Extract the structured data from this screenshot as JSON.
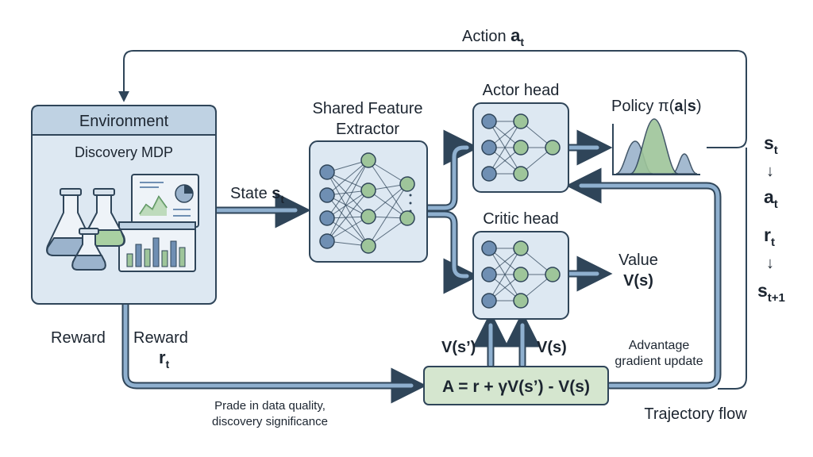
{
  "environment": {
    "title": "Environment",
    "subtitle": "Discovery MDP"
  },
  "extractor": {
    "line1": "Shared Feature",
    "line2": "Extractor"
  },
  "actor": {
    "label": "Actor head"
  },
  "critic": {
    "label": "Critic head"
  },
  "policy": {
    "prefix": "Policy π(",
    "a": "a",
    "bar": "|",
    "s": "s",
    "suffix": ")"
  },
  "value": {
    "line1": "Value",
    "line2": "V(s)"
  },
  "action": {
    "text": "Action ",
    "symbol": "a",
    "sub": "t"
  },
  "state": {
    "text": "State ",
    "symbol": "s",
    "sub": "t"
  },
  "reward_left": "Reward",
  "reward_right": {
    "text": "Reward",
    "symbol": "r",
    "sub": "t"
  },
  "reward_desc": {
    "line1": "Prade in data quality,",
    "line2": "discovery significance"
  },
  "advantage": {
    "formula": "A = r + γV(s’) - V(s)",
    "in_left": "V(s’)",
    "in_right": "V(s)",
    "note1": "Advantage",
    "note2": "gradient update"
  },
  "trajectory": {
    "label": "Trajectory flow",
    "s_t": {
      "base": "s",
      "sub": "t"
    },
    "a_t": {
      "base": "a",
      "sub": "t"
    },
    "r_t": {
      "base": "r",
      "sub": "t"
    },
    "s_t1": {
      "base": "s",
      "sub": "t+1"
    },
    "arrow": "↓"
  },
  "colors": {
    "stroke": "#2f4559",
    "arrow": "#5a7fa2",
    "panel": "#dde8f2",
    "panel_header": "#bfd2e3",
    "node_blue": "#6f8fb3",
    "node_green": "#9ec59a",
    "formula_box": "#d5e6cf"
  }
}
